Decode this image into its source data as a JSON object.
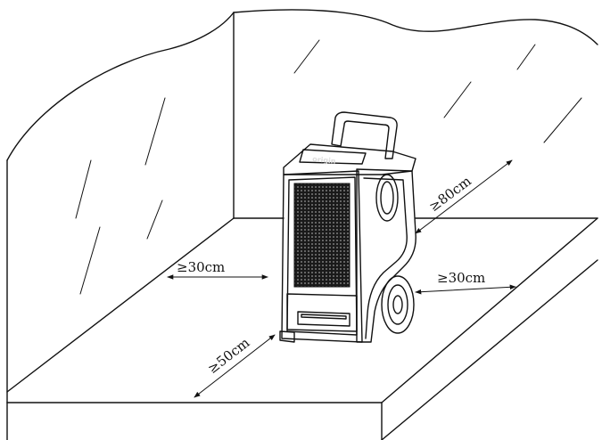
{
  "brand": "origin",
  "clearances": {
    "left_wall": "≥30cm",
    "back_wall": "≥80cm",
    "right_side": "≥30cm",
    "front": "≥50cm"
  }
}
